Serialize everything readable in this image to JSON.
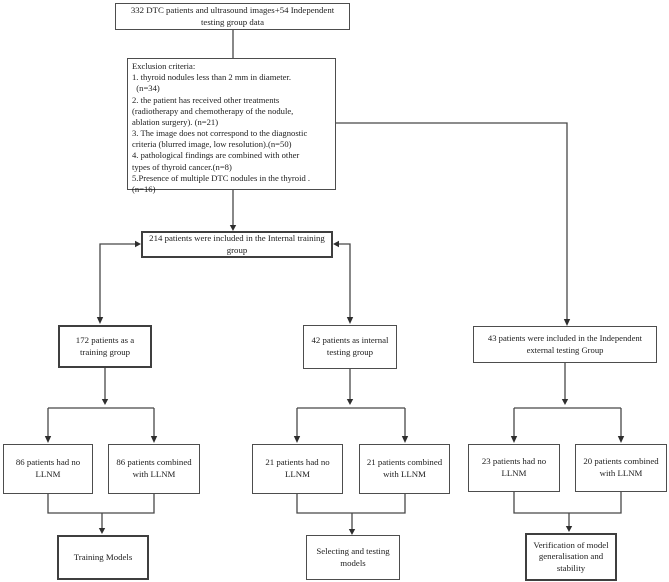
{
  "diagram": {
    "type": "flowchart",
    "colors": {
      "background": "#ffffff",
      "line": "#474747",
      "box_border": "#4d4d4d",
      "text": "#1c1c1c"
    },
    "boxes": {
      "source": "332 DTC patients and ultrasound images+54 Independent testing group data",
      "exclusion": "Exclusion criteria:\n1. thyroid nodules less than 2 mm in diameter.\n  (n=34)\n2. the patient has received other treatments\n(radiotherapy and chemotherapy of the nodule,\nablation surgery). (n=21)\n3. The image does not correspond to the diagnostic\ncriteria (blurred image, low resolution).(n=50)\n4. pathological findings are combined with other\ntypes of thyroid cancer.(n=8)\n5.Presence of multiple DTC nodules in the thyroid .\n(n=16)",
      "internal_group_214": "214 patients were included in the Internal training group",
      "training_group_172": "172 patients as a training group",
      "internal_testing_42": "42 patients as internal testing group",
      "external_testing_43": "43 patients were included in the Independent external testing Group",
      "train_no_llnm_86": "86 patients had no LLNM",
      "train_with_llnm_86": "86 patients combined with LLNM",
      "test_no_llnm_21": "21 patients had no LLNM",
      "test_with_llnm_21": "21 patients combined with LLNM",
      "ext_no_llnm_23": "23 patients had no LLNM",
      "ext_with_llnm_20": "20 patients combined with LLNM",
      "training_models": "Training Models",
      "selecting_testing_models": "Selecting and testing models",
      "verification": "Verification of model generalisation and stability"
    }
  }
}
